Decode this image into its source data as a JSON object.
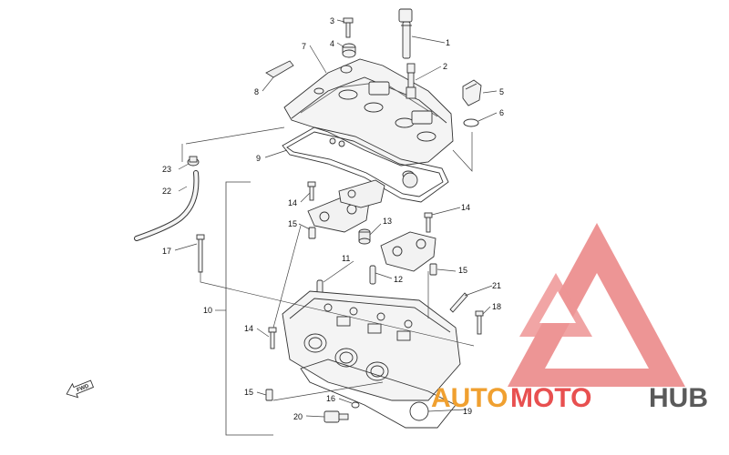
{
  "diagram": {
    "callouts": [
      {
        "id": "1",
        "label": "1"
      },
      {
        "id": "2",
        "label": "2"
      },
      {
        "id": "3",
        "label": "3"
      },
      {
        "id": "4",
        "label": "4"
      },
      {
        "id": "5",
        "label": "5"
      },
      {
        "id": "6",
        "label": "6"
      },
      {
        "id": "7",
        "label": "7"
      },
      {
        "id": "8",
        "label": "8"
      },
      {
        "id": "9",
        "label": "9"
      },
      {
        "id": "10",
        "label": "10"
      },
      {
        "id": "11",
        "label": "11"
      },
      {
        "id": "12",
        "label": "12"
      },
      {
        "id": "13",
        "label": "13"
      },
      {
        "id": "14a",
        "label": "14"
      },
      {
        "id": "14b",
        "label": "14"
      },
      {
        "id": "14c",
        "label": "14"
      },
      {
        "id": "15a",
        "label": "15"
      },
      {
        "id": "15b",
        "label": "15"
      },
      {
        "id": "15c",
        "label": "15"
      },
      {
        "id": "16",
        "label": "16"
      },
      {
        "id": "17",
        "label": "17"
      },
      {
        "id": "18",
        "label": "18"
      },
      {
        "id": "19",
        "label": "19"
      },
      {
        "id": "20",
        "label": "20"
      },
      {
        "id": "21",
        "label": "21"
      },
      {
        "id": "22",
        "label": "22"
      },
      {
        "id": "23",
        "label": "23"
      }
    ],
    "direction_label": "FWD"
  },
  "watermark": {
    "word_auto": "AUTO",
    "word_moto": "MOTO",
    "word_hub": "HUB",
    "color_red": "#e85050",
    "color_orange": "#f0a030",
    "color_gray": "#5a5a5a"
  }
}
